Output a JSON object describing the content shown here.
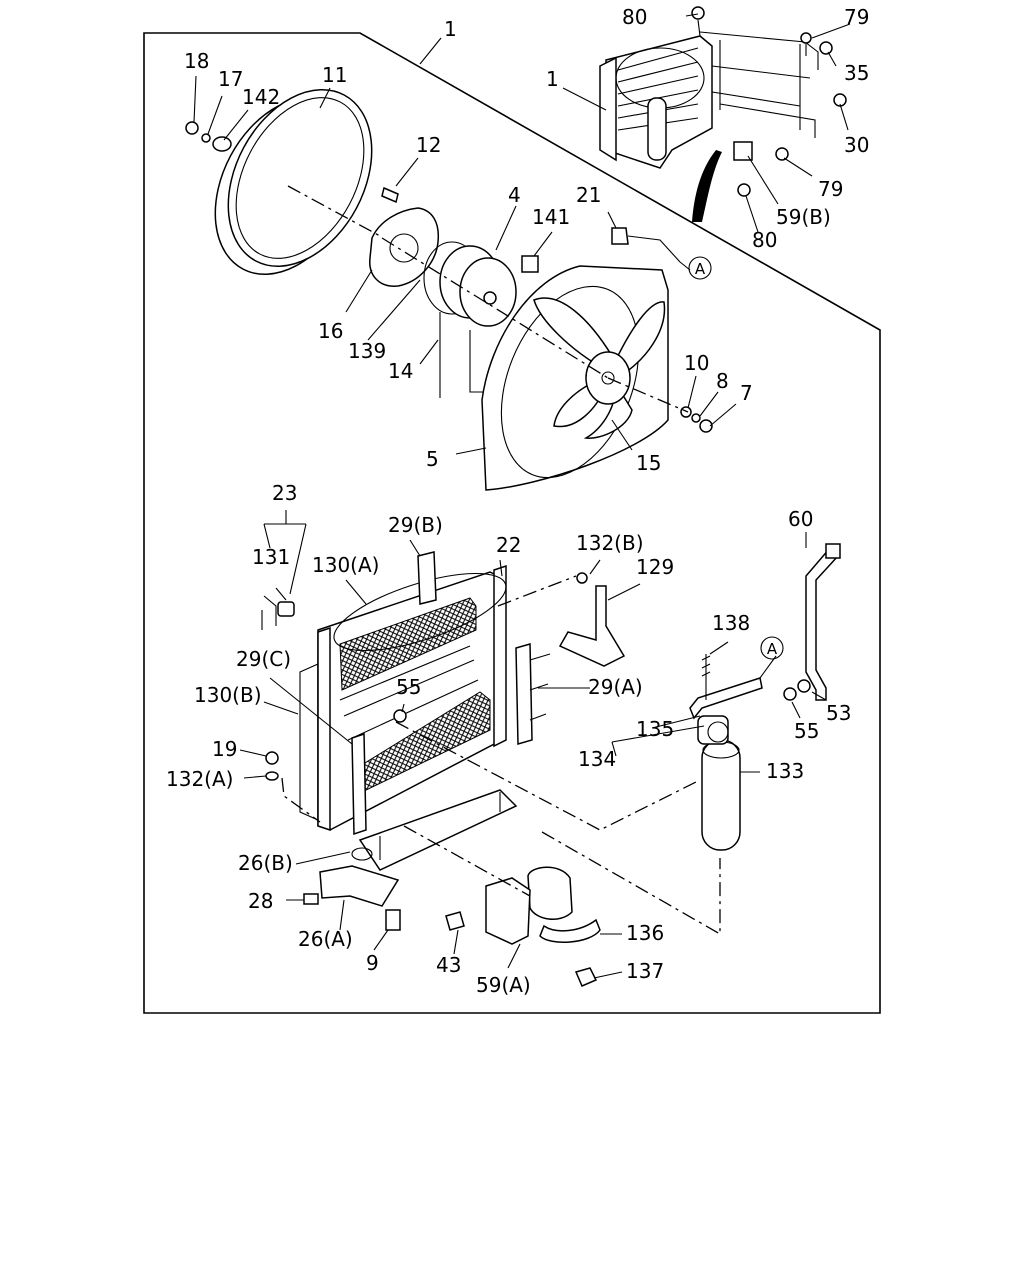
{
  "callouts": {
    "c1_main": "1",
    "c1_inset": "1",
    "c4": "4",
    "c5": "5",
    "c7": "7",
    "c8": "8",
    "c9": "9",
    "c10": "10",
    "c11": "11",
    "c12": "12",
    "c14": "14",
    "c15": "15",
    "c16": "16",
    "c17": "17",
    "c18": "18",
    "c19": "19",
    "c21": "21",
    "c22": "22",
    "c23": "23",
    "c26a": "26(A)",
    "c26b": "26(B)",
    "c28": "28",
    "c29a": "29(A)",
    "c29b": "29(B)",
    "c29c": "29(C)",
    "c30": "30",
    "c35": "35",
    "c43": "43",
    "c53": "53",
    "c55a": "55",
    "c55b": "55",
    "c59a": "59(A)",
    "c59b": "59(B)",
    "c60": "60",
    "c79a": "79",
    "c79b": "79",
    "c80a": "80",
    "c80b": "80",
    "c129": "129",
    "c130a": "130(A)",
    "c130b": "130(B)",
    "c131": "131",
    "c132a": "132(A)",
    "c132b": "132(B)",
    "c133": "133",
    "c134": "134",
    "c135": "135",
    "c136": "136",
    "c137": "137",
    "c138": "138",
    "c139": "139",
    "c141": "141",
    "c142": "142"
  },
  "connector_marks": {
    "a1": "A",
    "a2": "A"
  }
}
